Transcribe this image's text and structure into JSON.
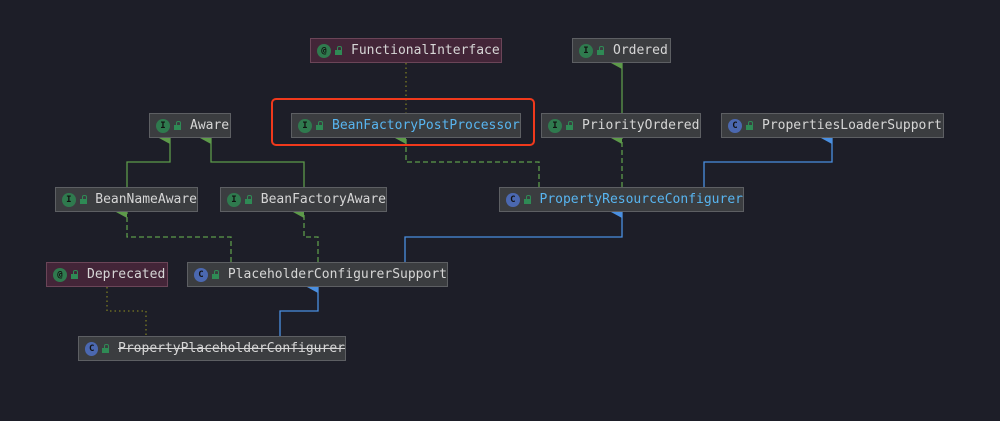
{
  "nodes": {
    "functional_interface": {
      "label": "FunctionalInterface",
      "kind": "annotation",
      "badge": "@"
    },
    "ordered": {
      "label": "Ordered",
      "kind": "interface",
      "badge": "I"
    },
    "aware": {
      "label": "Aware",
      "kind": "interface",
      "badge": "I"
    },
    "bean_factory_post_processor": {
      "label": "BeanFactoryPostProcessor",
      "kind": "interface",
      "badge": "I",
      "highlighted": true
    },
    "priority_ordered": {
      "label": "PriorityOrdered",
      "kind": "interface",
      "badge": "I"
    },
    "properties_loader_support": {
      "label": "PropertiesLoaderSupport",
      "kind": "abstract-class",
      "badge": "C"
    },
    "bean_name_aware": {
      "label": "BeanNameAware",
      "kind": "interface",
      "badge": "I"
    },
    "bean_factory_aware": {
      "label": "BeanFactoryAware",
      "kind": "interface",
      "badge": "I"
    },
    "property_resource_configurer": {
      "label": "PropertyResourceConfigurer",
      "kind": "abstract-class",
      "badge": "C"
    },
    "deprecated": {
      "label": "Deprecated",
      "kind": "annotation",
      "badge": "@"
    },
    "placeholder_configurer_support": {
      "label": "PlaceholderConfigurerSupport",
      "kind": "abstract-class",
      "badge": "C"
    },
    "property_placeholder_configurer": {
      "label": "PropertyPlaceholderConfigurer",
      "kind": "class",
      "badge": "C",
      "deprecated": true
    }
  },
  "colors": {
    "background": "#1d1e28",
    "extends_interface": "#5d9a4a",
    "extends_class": "#4a8fe0",
    "annotation_link": "#6b6a1e",
    "highlight": "#f0391c"
  }
}
